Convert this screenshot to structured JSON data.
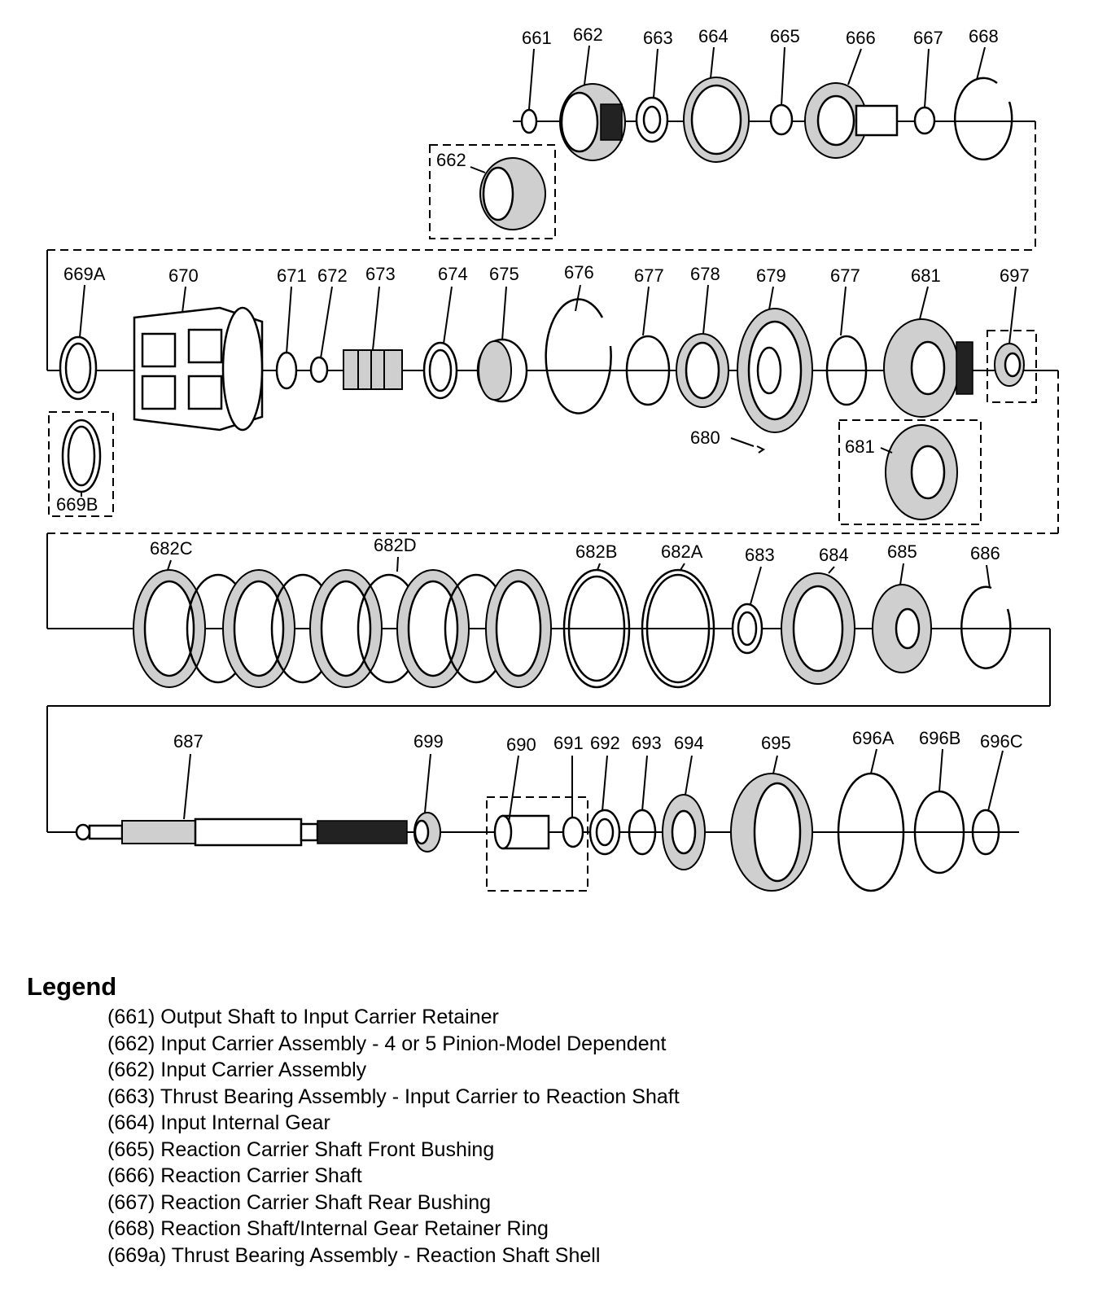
{
  "callouts": {
    "r1": [
      "661",
      "662",
      "663",
      "664",
      "665",
      "666",
      "667",
      "668"
    ],
    "r1_box": "662",
    "r2": [
      "669A",
      "670",
      "671",
      "672",
      "673",
      "674",
      "675",
      "676",
      "677",
      "678",
      "679",
      "677",
      "681",
      "697"
    ],
    "r2_box_left": "669B",
    "r2_extra_680": "680",
    "r2_box_681": "681",
    "r3": [
      "682C",
      "682D",
      "682B",
      "682A",
      "683",
      "684",
      "685",
      "686"
    ],
    "r4": [
      "687",
      "699",
      "690",
      "691",
      "692",
      "693",
      "694",
      "695",
      "696A",
      "696B",
      "696C"
    ]
  },
  "legend": {
    "title": "Legend",
    "items": [
      "(661)  Output Shaft to Input Carrier Retainer",
      "(662)  Input Carrier  Assembly - 4 or 5 Pinion-Model Dependent",
      "(662)  Input Carrier Assembly",
      "(663)  Thrust Bearing Assembly - Input Carrier to Reaction Shaft",
      "(664)  Input Internal Gear",
      "(665)  Reaction Carrier Shaft Front Bushing",
      "(666)  Reaction  Carrier Shaft",
      "(667)  Reaction Carrier Shaft Rear Bushing",
      "(668)  Reaction  Shaft/Internal Gear Retainer Ring",
      "(669a)   Thrust Bearing Assembly - Reaction Shaft Shell"
    ]
  }
}
